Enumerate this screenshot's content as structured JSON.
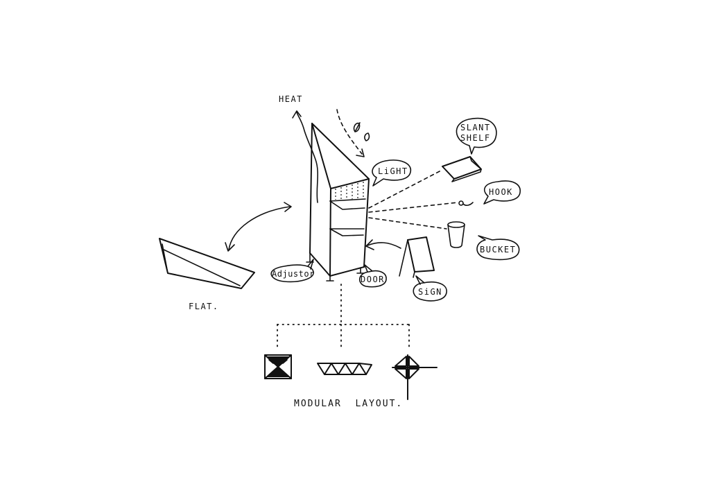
{
  "labels": {
    "heat": "HEAT",
    "light": "LiGHT",
    "slant_shelf_1": "SLANT",
    "slant_shelf_2": "SHELF",
    "hook": "HOOK",
    "bucket": "BUCKET",
    "sign": "SiGN",
    "door": "DOOR",
    "adjustor": "Adjustor",
    "flat": "FLAT.",
    "modular_layout": "MODULAR  LAYOUT."
  },
  "colors": {
    "ink": "#111111",
    "paper": "#ffffff"
  }
}
